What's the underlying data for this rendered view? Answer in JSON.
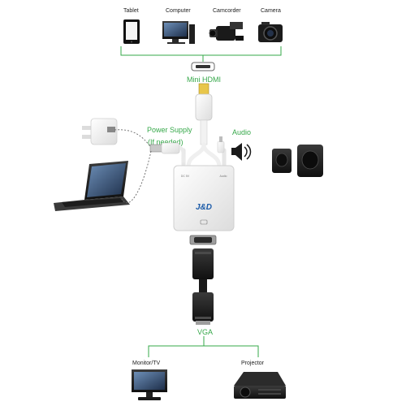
{
  "devices_top": [
    {
      "label": "Tablet",
      "icon": "tablet-icon"
    },
    {
      "label": "Computer",
      "icon": "desktop-computer-icon"
    },
    {
      "label": "Camcorder",
      "icon": "camcorder-icon"
    },
    {
      "label": "Camera",
      "icon": "camera-icon"
    }
  ],
  "labels": {
    "mini_hdmi": "Mini HDMI",
    "power_supply": "Power Supply",
    "if_needed": "(If needed)",
    "audio": "Audio",
    "vga": "VGA",
    "brand": "J&D",
    "port_left": "DC 5V",
    "port_right": "Audio"
  },
  "devices_bottom": [
    {
      "label": "Monitor/TV",
      "icon": "monitor-icon"
    },
    {
      "label": "Projector",
      "icon": "projector-icon"
    }
  ],
  "colors": {
    "line_green": "#36a84a",
    "label_green": "#36a84a",
    "device_dark": "#1c1c1c",
    "adapter_white": "#f4f4f4",
    "brand_blue": "#1a5aa8"
  }
}
